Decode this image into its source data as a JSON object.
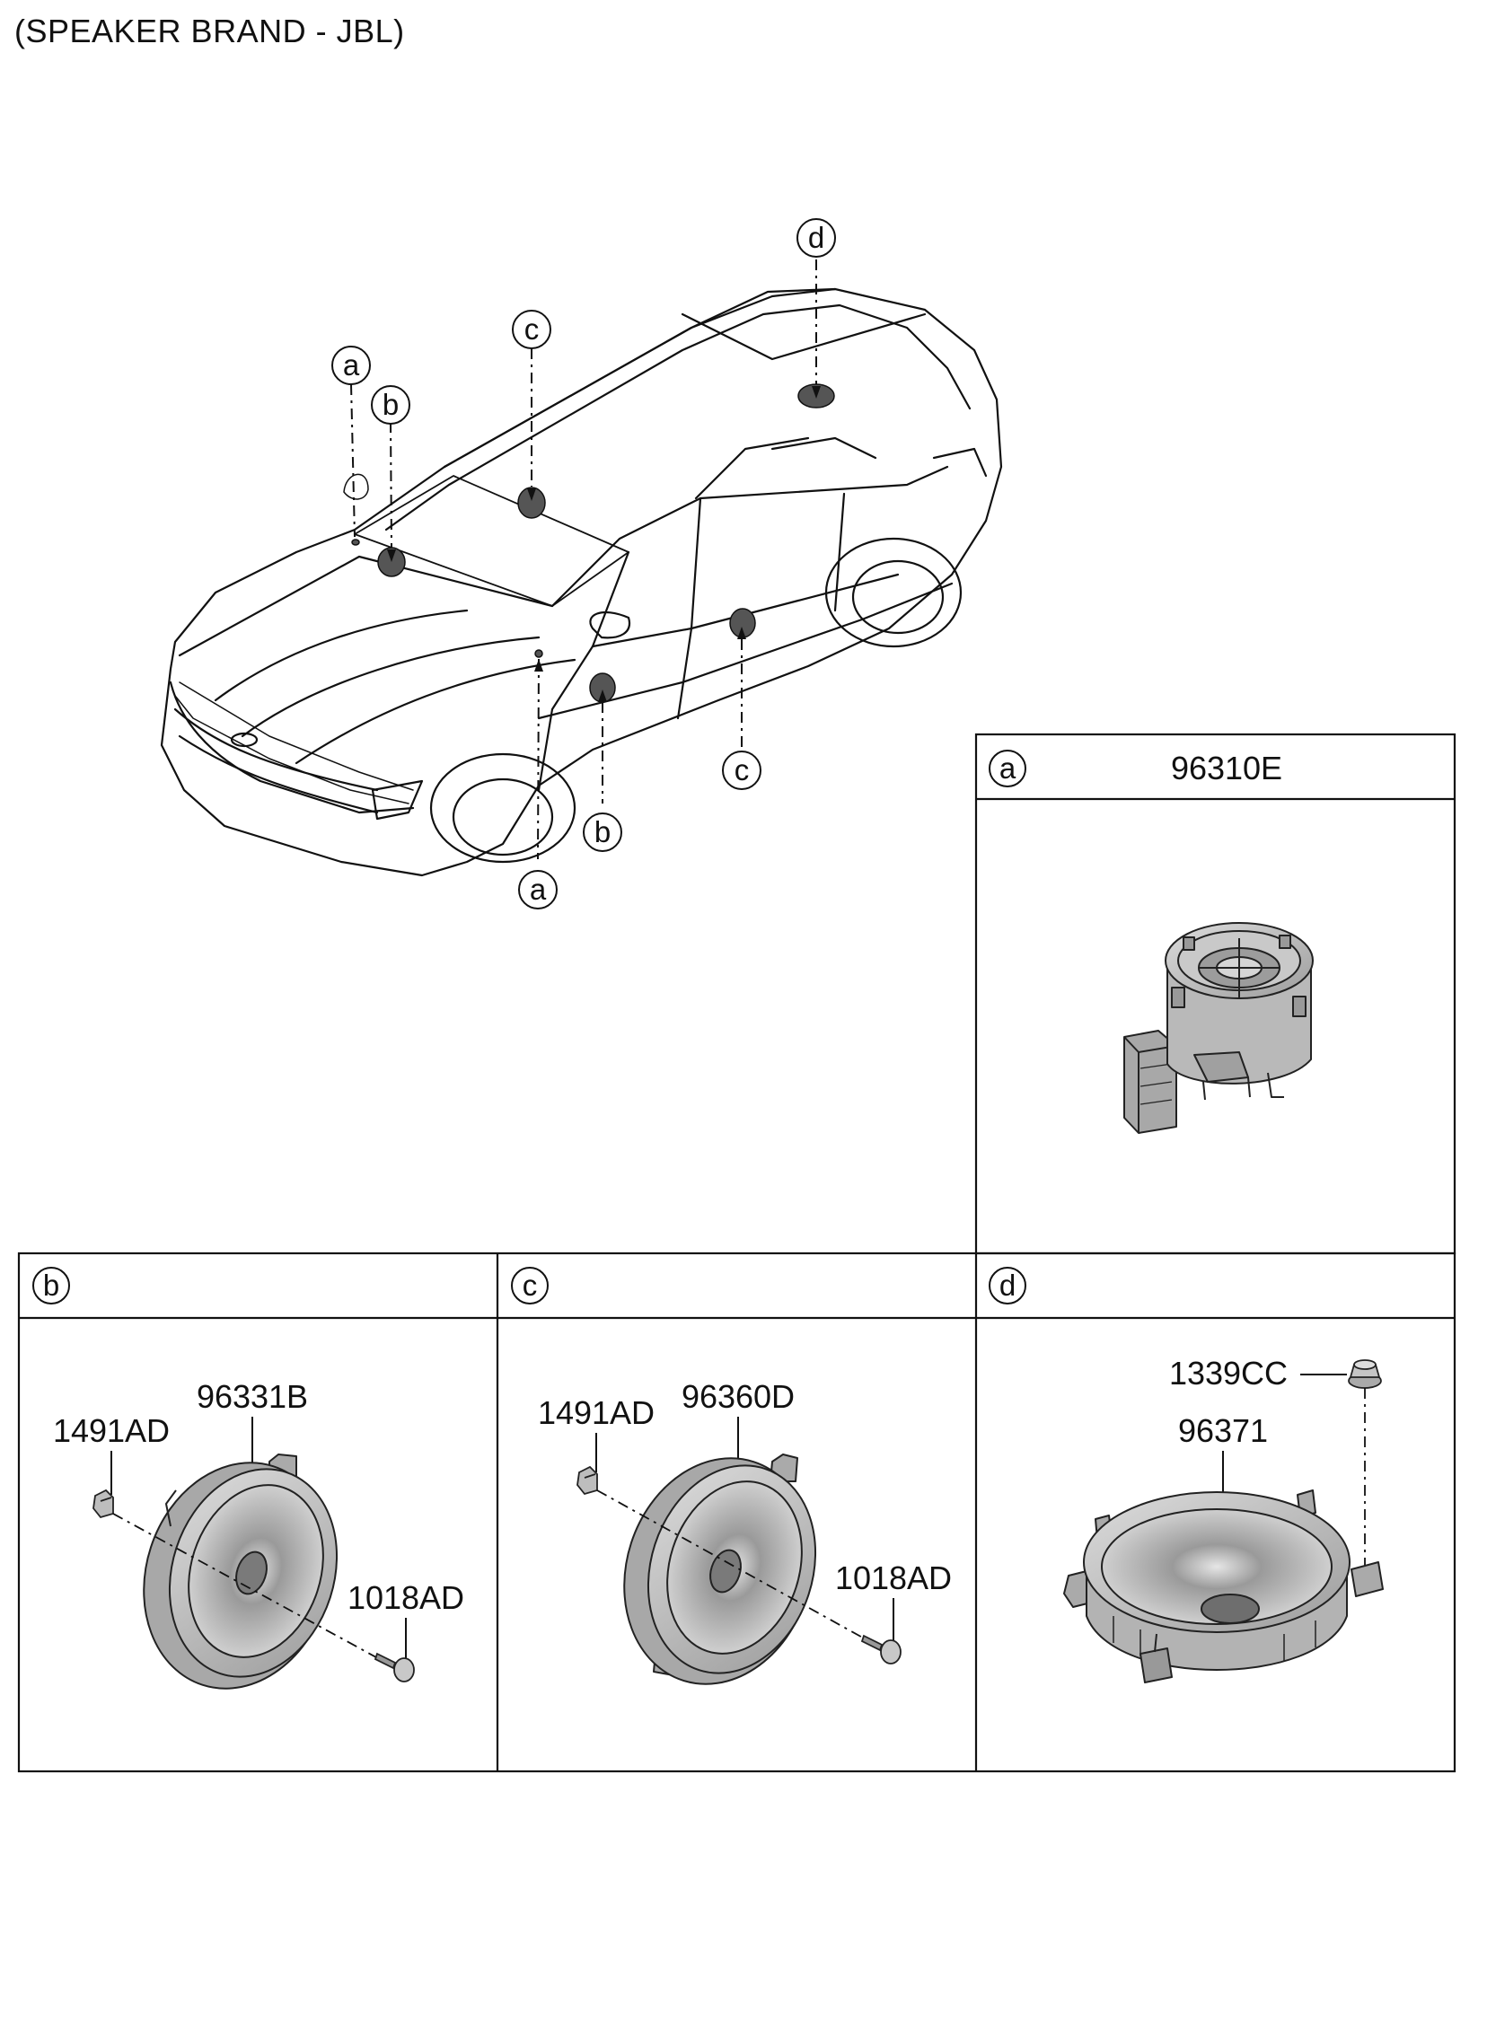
{
  "header": {
    "note": "(SPEAKER BRAND - JBL)"
  },
  "callouts": {
    "a": "a",
    "b": "b",
    "c": "c",
    "d": "d"
  },
  "panels": {
    "a": {
      "letter": "a",
      "title": "96310E"
    },
    "b": {
      "letter": "b",
      "parts": {
        "speaker": "96331B",
        "clip": "1491AD",
        "screw": "1018AD"
      }
    },
    "c": {
      "letter": "c",
      "parts": {
        "speaker": "96360D",
        "clip": "1491AD",
        "screw": "1018AD"
      }
    },
    "d": {
      "letter": "d",
      "parts": {
        "nut": "1339CC",
        "speaker": "96371"
      }
    }
  },
  "icons": {
    "vehicle": "sedan-outline-illustration",
    "tweeter": "tweeter-speaker-illustration",
    "door-speaker": "door-speaker-illustration",
    "rear-speaker": "rear-shelf-speaker-illustration",
    "clip": "retainer-clip-icon",
    "screw": "tapping-screw-icon",
    "nut": "flange-nut-icon"
  },
  "colors": {
    "line": "#111111",
    "part_fill": "#b9b9b9",
    "part_dark": "#6e6e6e",
    "background": "#ffffff"
  }
}
